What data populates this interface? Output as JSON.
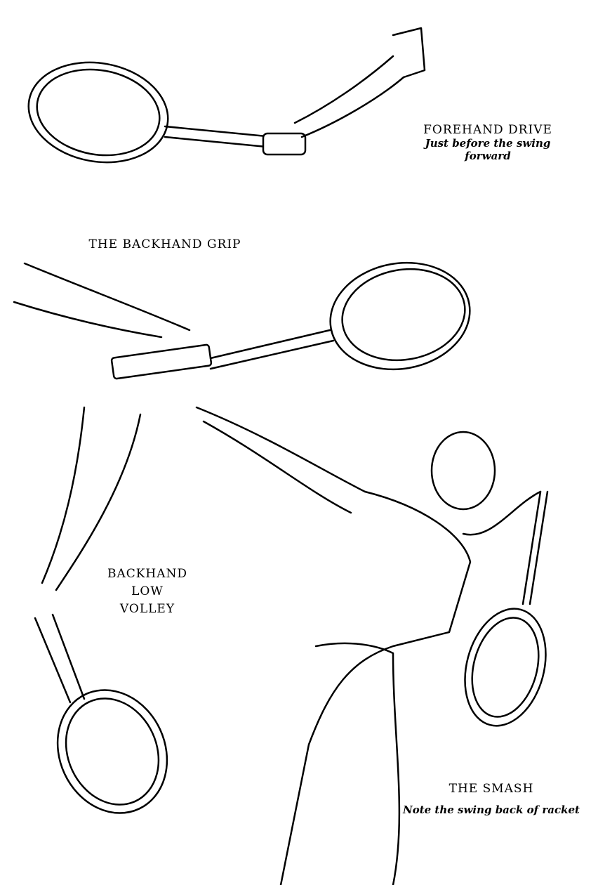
{
  "illustrations": [
    {
      "title": "FOREHAND DRIVE",
      "subtitle_line1": "Just before the swing",
      "subtitle_line2": "forward"
    },
    {
      "title": "THE BACKHAND GRIP"
    },
    {
      "title_line1": "BACKHAND",
      "title_line2": "LOW",
      "title_line3": "VOLLEY"
    },
    {
      "title": "THE SMASH",
      "subtitle": "Note the swing back of racket"
    }
  ]
}
